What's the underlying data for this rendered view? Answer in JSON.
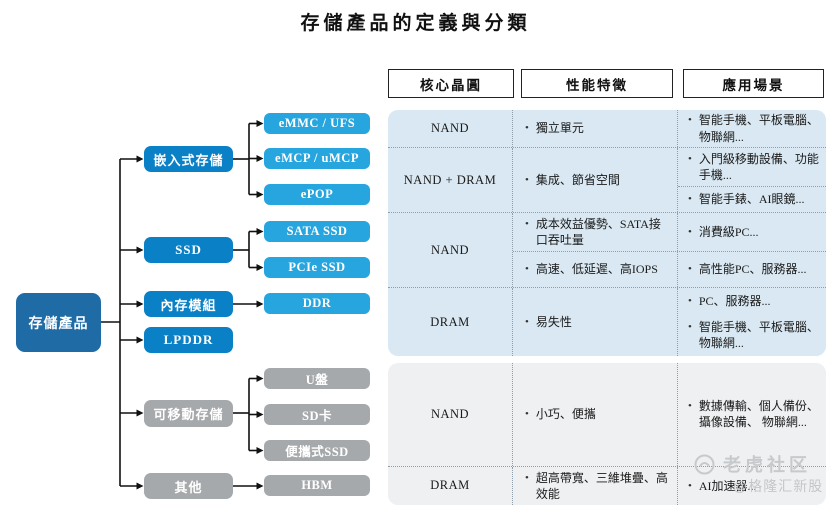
{
  "title": "存儲產品的定義與分類",
  "tree": {
    "root": {
      "label": "存儲產品"
    },
    "branches": [
      {
        "label": "嵌入式存儲"
      },
      {
        "label": "SSD"
      },
      {
        "label": "內存模組"
      },
      {
        "label": "LPDDR"
      },
      {
        "label": "可移動存儲"
      },
      {
        "label": "其他"
      }
    ],
    "leaves": [
      {
        "label": "eMMC / UFS"
      },
      {
        "label": "eMCP / uMCP"
      },
      {
        "label": "ePOP"
      },
      {
        "label": "SATA SSD"
      },
      {
        "label": "PCIe SSD"
      },
      {
        "label": "DDR"
      },
      {
        "label": "U盤"
      },
      {
        "label": "SD卡"
      },
      {
        "label": "便攜式SSD"
      },
      {
        "label": "HBM"
      }
    ]
  },
  "table": {
    "headers": [
      "核心晶圓",
      "性能特徵",
      "應用場景"
    ],
    "rows": [
      {
        "wafer": "NAND",
        "features": [
          "獨立單元"
        ],
        "scenarios": [
          "智能手機、平板電腦、物聯網..."
        ]
      },
      {
        "wafer": "NAND + DRAM",
        "features": [
          "集成、節省空間"
        ],
        "scenarios": [
          "入門級移動設備、功能手機...",
          "智能手錶、AI眼鏡..."
        ]
      },
      {
        "wafer": "NAND",
        "pairs": [
          {
            "feature": "成本效益優勢、SATA接口吞吐量",
            "scenario": "消費級PC..."
          },
          {
            "feature": "高速、低延遲、高IOPS",
            "scenario": "高性能PC、服務器..."
          }
        ]
      },
      {
        "wafer": "DRAM",
        "features": [
          "易失性"
        ],
        "scenarios": [
          "PC、服務器...",
          "智能手機、平板電腦、物聯網..."
        ]
      },
      {
        "wafer": "NAND",
        "features": [
          "小巧、便攜"
        ],
        "scenarios": [
          "數據傳輸、個人備份、攝像設備、 物聯網..."
        ]
      },
      {
        "wafer": "DRAM",
        "features": [
          "超高帶寬、三維堆疊、高效能"
        ],
        "scenarios": [
          "AI加速器..."
        ]
      }
    ]
  },
  "colors": {
    "root_blue": "#1e6ba6",
    "branch_blue": "#0a80c6",
    "leaf_blue": "#27a5de",
    "node_gray": "#a6a9ab",
    "panel_blue": "#d9e8f2",
    "panel_gray": "#eff0f2"
  },
  "watermarks": {
    "tiger": "老虎社区",
    "gelonghui": "@格隆汇新股"
  }
}
